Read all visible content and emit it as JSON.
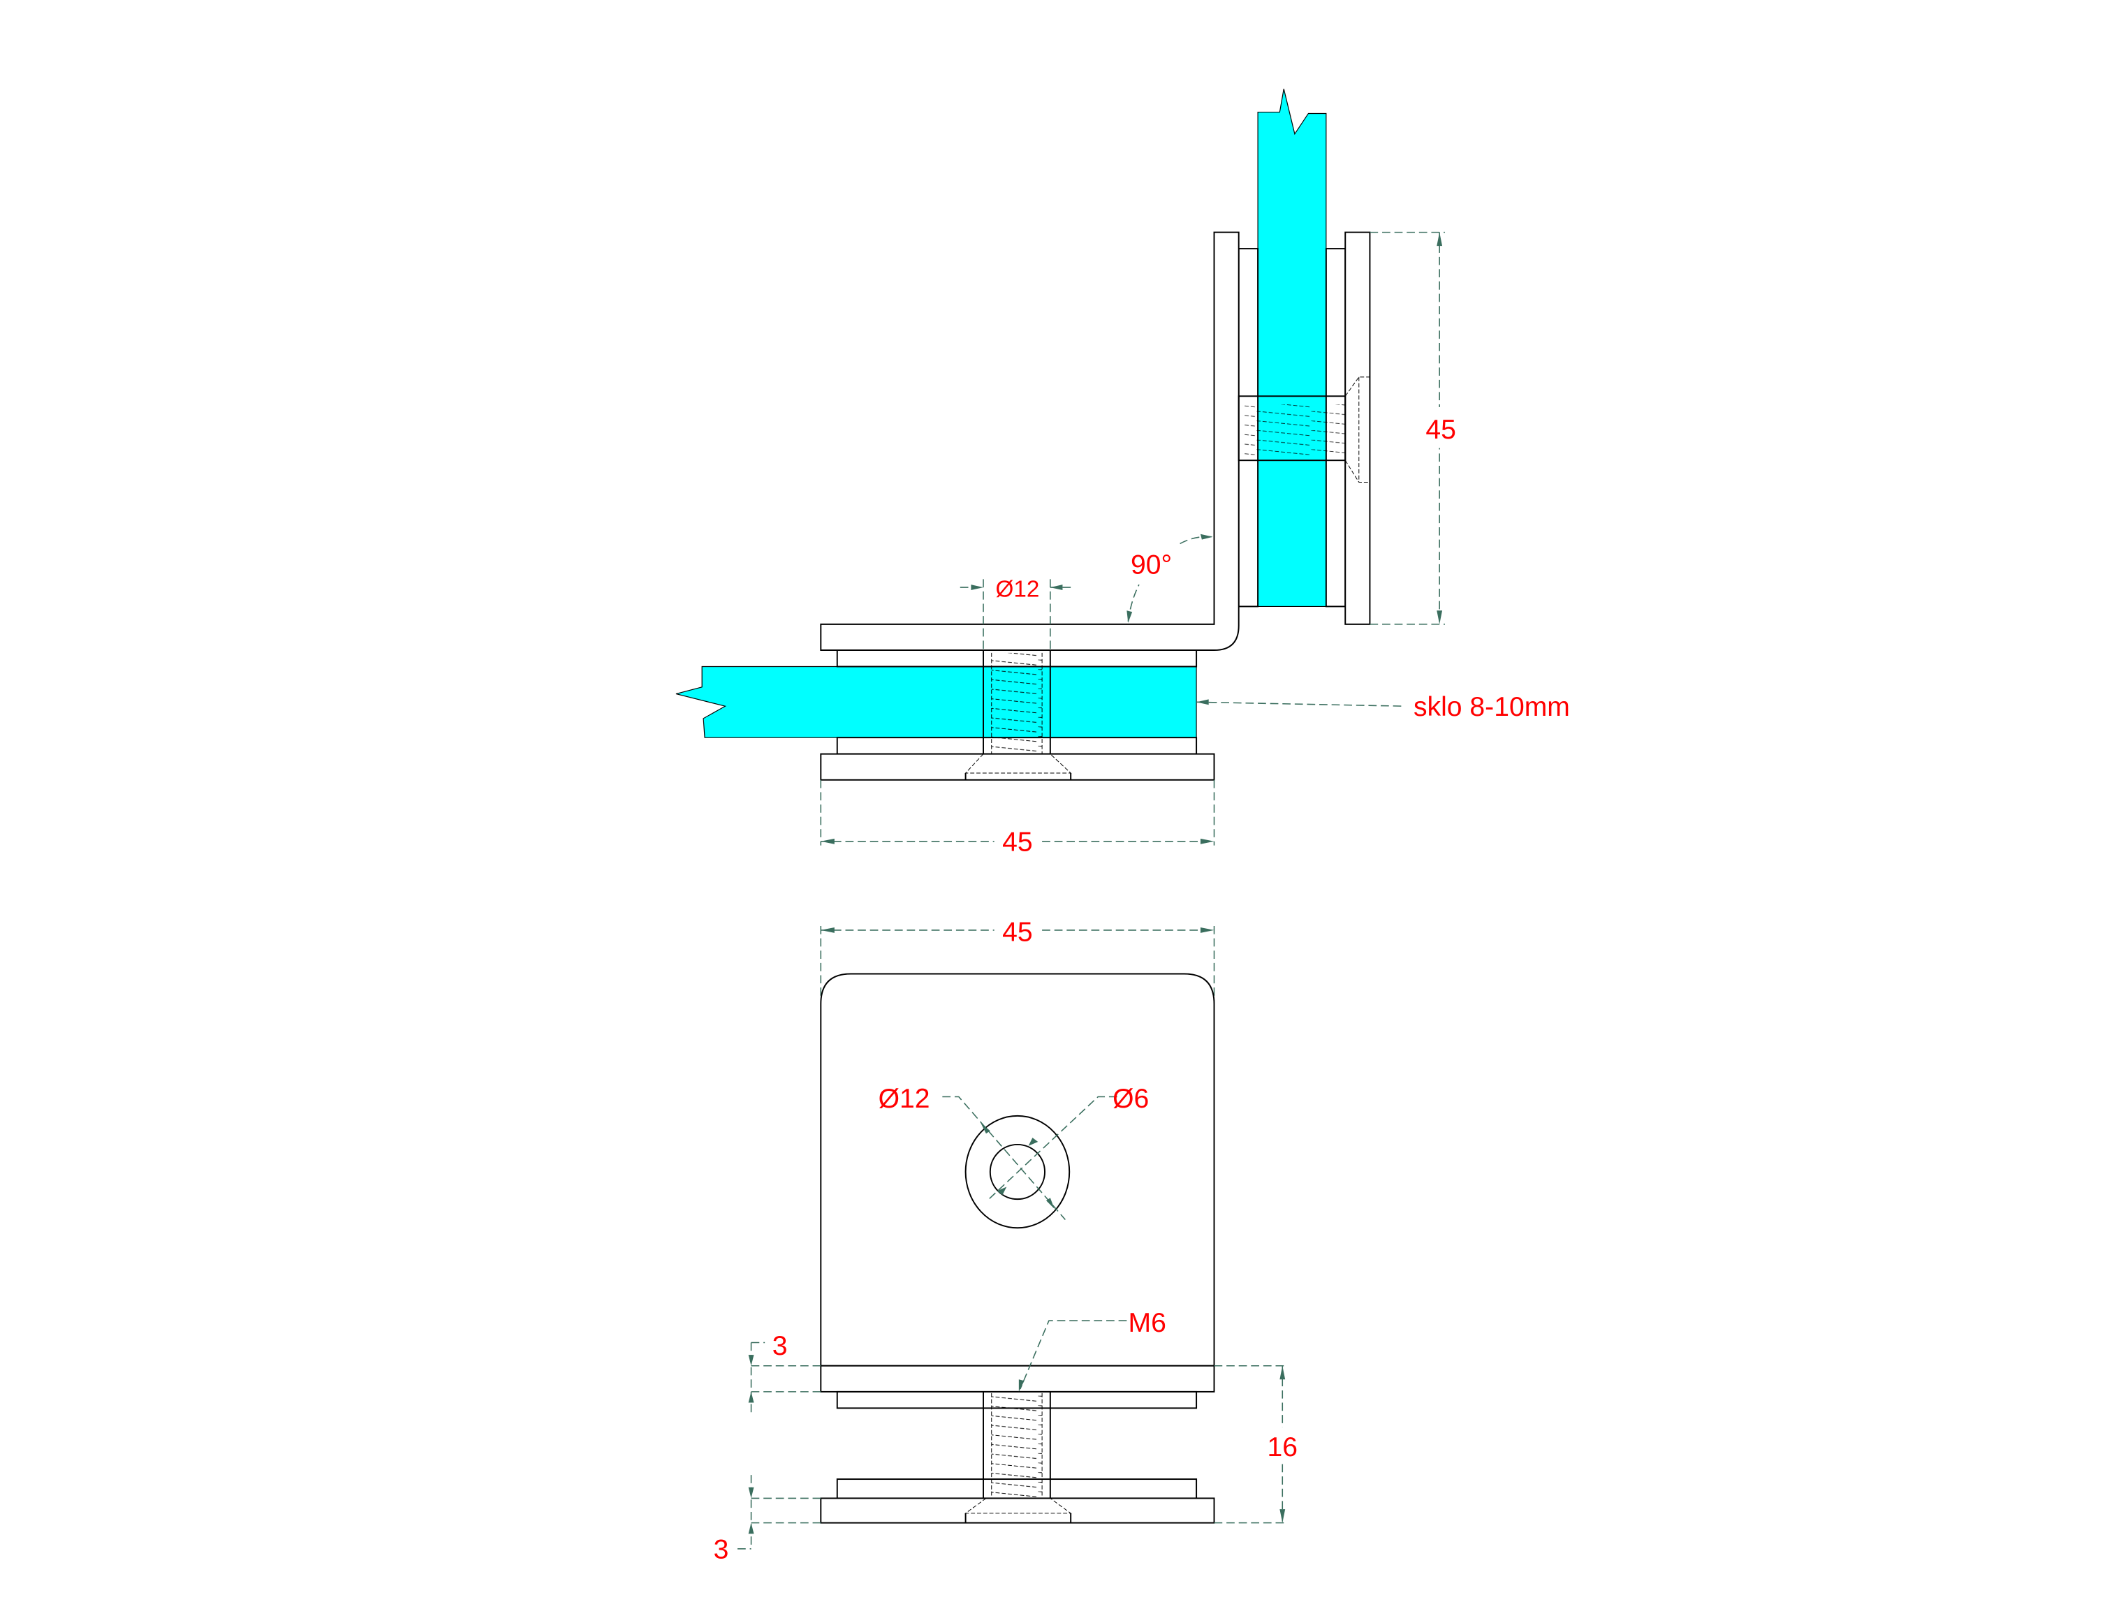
{
  "colors": {
    "dimension_text": "#ff0000",
    "glass": "#00ffff",
    "dimension_line": "#3a6e5e",
    "outline": "#000000"
  },
  "side_view": {
    "height_dim": "45",
    "angle_dim": "90°",
    "hole_dim": "Ø12",
    "width_dim": "45",
    "glass_label": "sklo 8-10mm"
  },
  "front_view": {
    "width_dim": "45",
    "outer_hole_dim": "Ø12",
    "inner_hole_dim": "Ø6",
    "thread_label": "M6",
    "top_plate_dim": "3",
    "total_height_dim": "16",
    "bottom_plate_dim": "3"
  }
}
